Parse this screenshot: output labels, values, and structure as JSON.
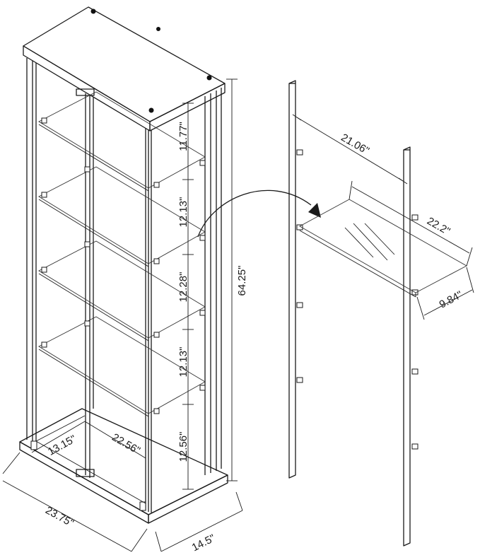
{
  "colors": {
    "line": "#1a1a1a",
    "background": "#ffffff"
  },
  "cabinet": {
    "overall_height": "64.25\"",
    "width": "23.75\"",
    "depth": "14.5\"",
    "interior_width": "22.56\"",
    "interior_depth": "13.15\"",
    "shelf_spacings": [
      "11.77\"",
      "12.13\"",
      "12.28\"",
      "12.13\"",
      "12.56\""
    ]
  },
  "shelf_detail": {
    "span_between_posts": "21.06\"",
    "shelf_length": "22.2\"",
    "shelf_depth": "9.84\""
  }
}
